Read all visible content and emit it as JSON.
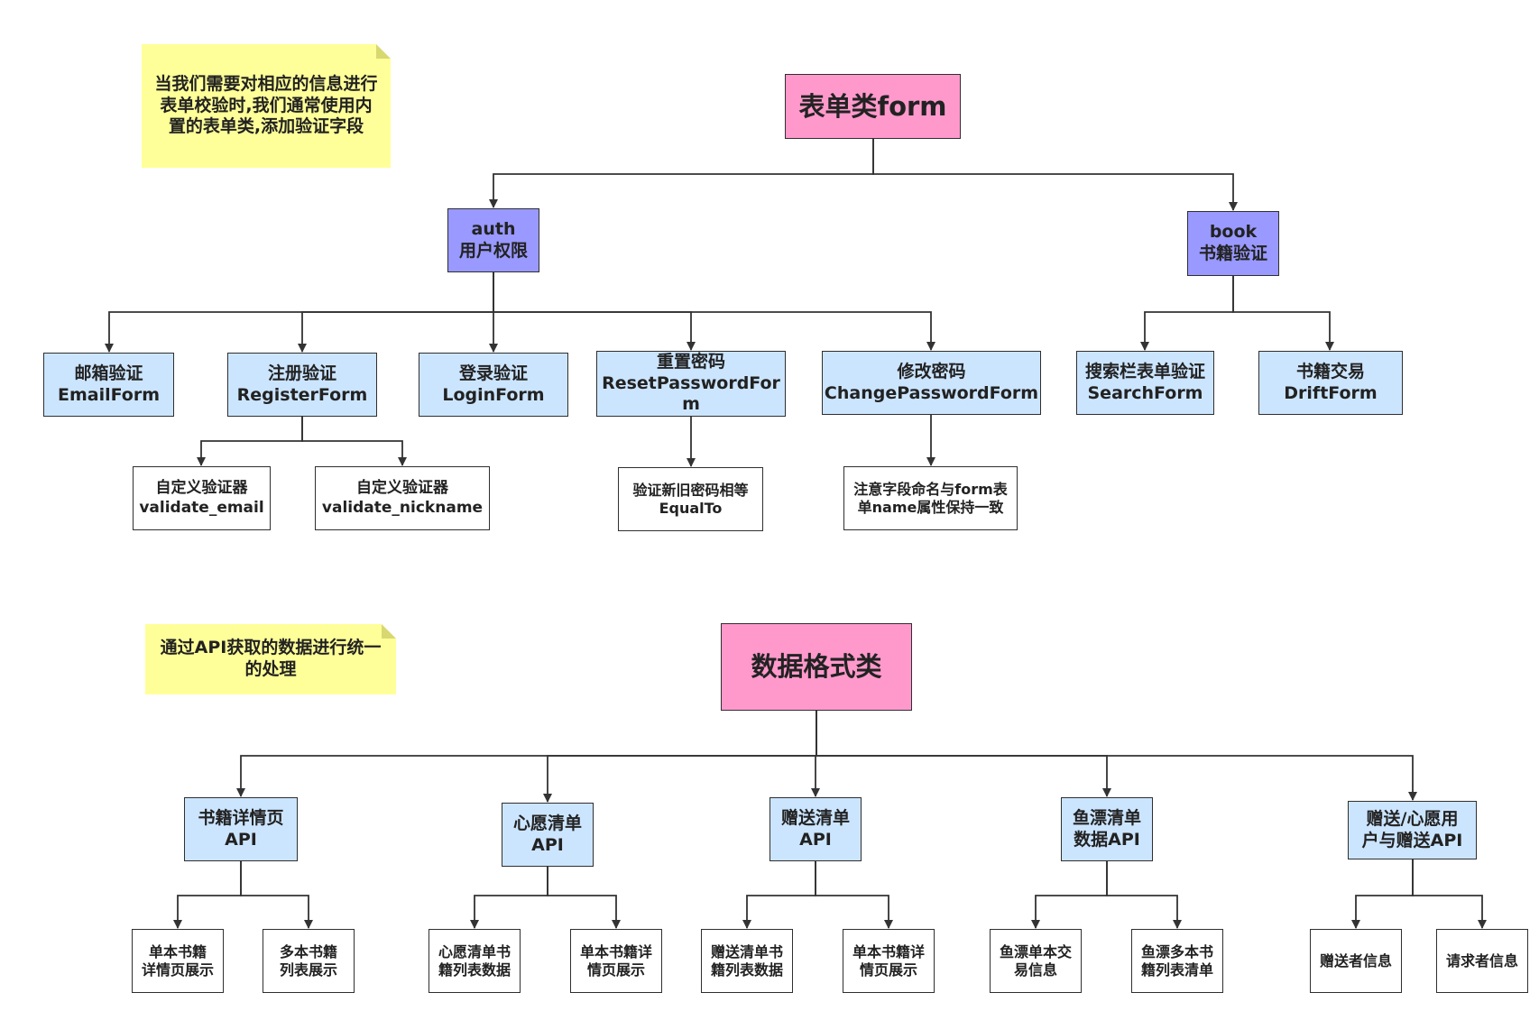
{
  "notes": {
    "form": "当我们需要对相应的信息进行表单校验时,我们通常使用内置的表单类,添加验证字段",
    "data": "通过API获取的数据进行统一的处理"
  },
  "form_tree": {
    "root": "表单类form",
    "auth": {
      "line1": "auth",
      "line2": "用户权限"
    },
    "book": {
      "line1": "book",
      "line2": "书籍验证"
    },
    "email": {
      "line1": "邮箱验证",
      "line2": "EmailForm"
    },
    "register": {
      "line1": "注册验证",
      "line2": "RegisterForm"
    },
    "login": {
      "line1": "登录验证",
      "line2": "LoginForm"
    },
    "reset": {
      "line1": "重置密码",
      "line2": "ResetPasswordFor",
      "line3": "m"
    },
    "change": {
      "line1": "修改密码",
      "line2": "ChangePasswordForm"
    },
    "search": {
      "line1": "搜索栏表单验证",
      "line2": "SearchForm"
    },
    "drift": {
      "line1": "书籍交易",
      "line2": "DriftForm"
    },
    "validate_email": {
      "line1": "自定义验证器",
      "line2": "validate_email"
    },
    "validate_nickname": {
      "line1": "自定义验证器",
      "line2": "validate_nickname"
    },
    "equal_to": {
      "line1": "验证新旧密码相等",
      "line2": "EqualTo"
    },
    "field_note": {
      "line1": "注意字段命名与form表",
      "line2": "单name属性保持一致"
    }
  },
  "data_tree": {
    "root": "数据格式类",
    "book_detail": {
      "line1": "书籍详情页",
      "line2": "API"
    },
    "wish": {
      "line1": "心愿清单",
      "line2": "API"
    },
    "gift": {
      "line1": "赠送清单",
      "line2": "API"
    },
    "drift": {
      "line1": "鱼漂清单",
      "line2": "数据API"
    },
    "user": {
      "line1": "赠送/心愿用",
      "line2": "户与赠送API"
    },
    "single_book": {
      "line1": "单本书籍",
      "line2": "详情页展示"
    },
    "multi_book": {
      "line1": "多本书籍",
      "line2": "列表展示"
    },
    "wish_list": {
      "line1": "心愿清单书",
      "line2": "籍列表数据"
    },
    "wish_single": {
      "line1": "单本书籍详",
      "line2": "情页展示"
    },
    "gift_list": {
      "line1": "赠送清单书",
      "line2": "籍列表数据"
    },
    "gift_single": {
      "line1": "单本书籍详",
      "line2": "情页展示"
    },
    "drift_single": {
      "line1": "鱼漂单本交",
      "line2": "易信息"
    },
    "drift_multi": {
      "line1": "鱼漂多本书",
      "line2": "籍列表清单"
    },
    "giver": "赠送者信息",
    "requester": "请求者信息"
  }
}
